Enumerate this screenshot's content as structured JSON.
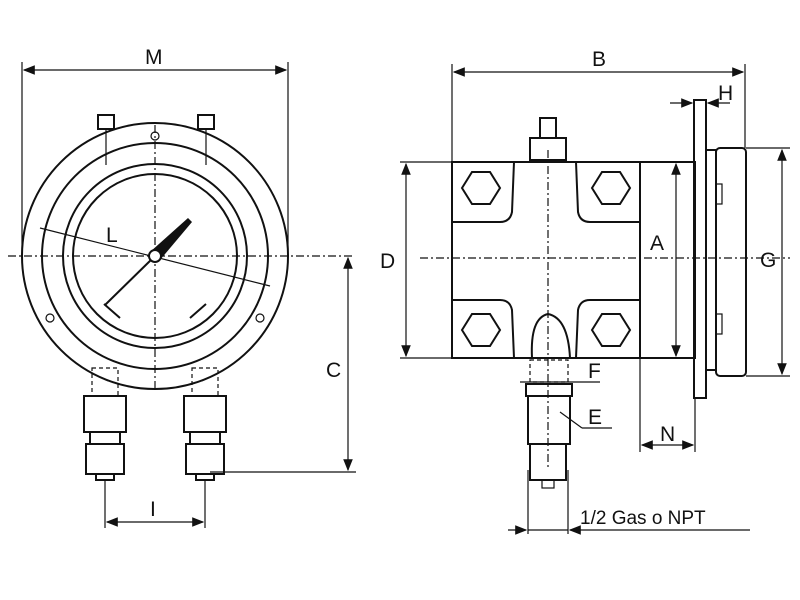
{
  "dimensions": {
    "M": "M",
    "L": "L",
    "C": "C",
    "I": "I",
    "B": "B",
    "H": "H",
    "D": "D",
    "A": "A",
    "G": "G",
    "F": "F",
    "E": "E",
    "N": "N"
  },
  "connection_note": "1/2 Gas o NPT"
}
